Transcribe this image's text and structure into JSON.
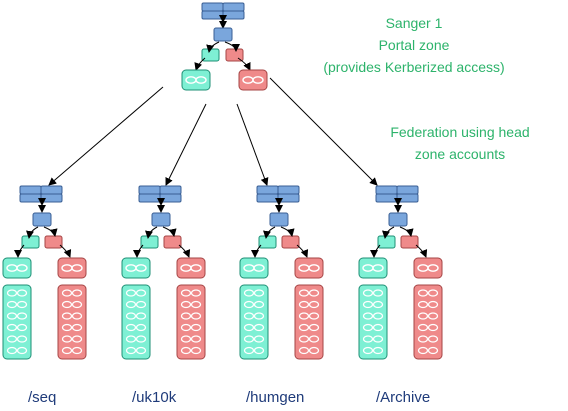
{
  "head_zone": {
    "annotation_lines": [
      "Sanger 1",
      "Portal zone",
      "(provides Kerberized access)"
    ]
  },
  "federation_note": {
    "lines": [
      "Federation using head",
      "zone accounts"
    ]
  },
  "zones": [
    {
      "label": "/seq"
    },
    {
      "label": "/uk10k"
    },
    {
      "label": "/humgen"
    },
    {
      "label": "/Archive"
    }
  ],
  "colors": {
    "blue_fill": "#7aa6dc",
    "blue_stroke": "#3a5f94",
    "green_fill": "#7ef0d4",
    "green_stroke": "#1f8f75",
    "red_fill": "#ef8a8a",
    "red_stroke": "#a54545",
    "annotation_text": "#2db36b",
    "zone_text": "#1f3b7a",
    "arrow": "#000000"
  },
  "icons": {
    "server_rack": "server-rack-icon",
    "icat": "icat-server-icon",
    "resource_server": "resource-server-icon",
    "disk": "disk-icon"
  }
}
